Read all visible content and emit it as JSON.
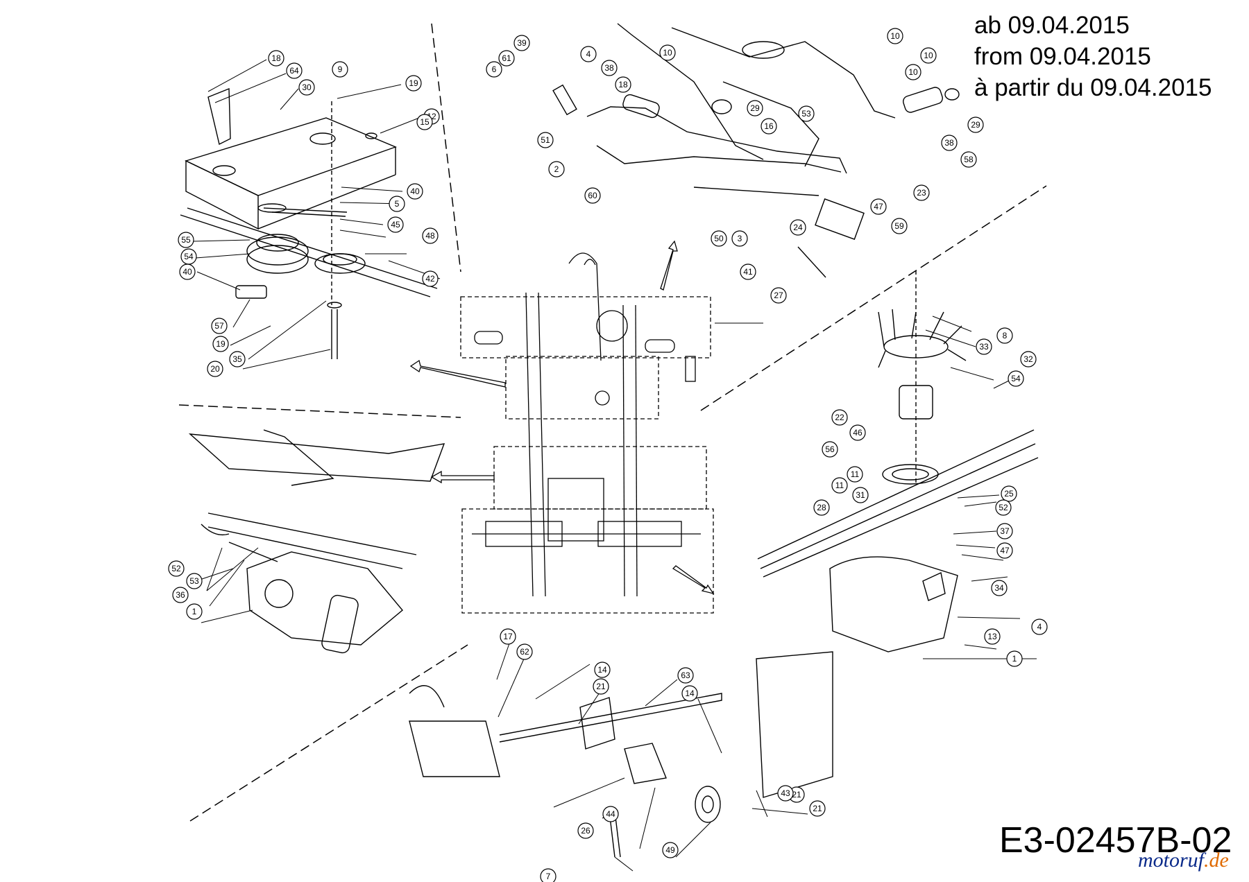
{
  "header": {
    "date_de": "ab 09.04.2015",
    "date_en": "from 09.04.2015",
    "date_fr": "à partir du 09.04.2015"
  },
  "drawing_number": "E3-02457B-02",
  "watermark": {
    "brand": "motoruf",
    "suffix": ".de"
  },
  "callouts": {
    "top_left": [
      "18",
      "64",
      "30",
      "19",
      "12",
      "40",
      "5",
      "45",
      "48",
      "55",
      "54",
      "40",
      "57",
      "19",
      "35",
      "20",
      "42",
      "15"
    ],
    "top_center": [
      "39",
      "61",
      "6",
      "4",
      "38",
      "18",
      "10",
      "10",
      "10",
      "10",
      "29",
      "53",
      "51",
      "16",
      "58",
      "38",
      "29",
      "2",
      "60",
      "50",
      "3",
      "41",
      "24",
      "23",
      "47",
      "59",
      "27"
    ],
    "right": [
      "8",
      "33",
      "32",
      "54",
      "22",
      "46",
      "56",
      "11",
      "11",
      "31",
      "28",
      "25",
      "52",
      "37",
      "47",
      "34",
      "4",
      "13",
      "1"
    ],
    "left": [
      "52",
      "53",
      "36",
      "1"
    ],
    "bottom": [
      "17",
      "62",
      "14",
      "21",
      "63",
      "14",
      "21",
      "44",
      "26",
      "49",
      "43",
      "7",
      "21",
      "9"
    ]
  }
}
